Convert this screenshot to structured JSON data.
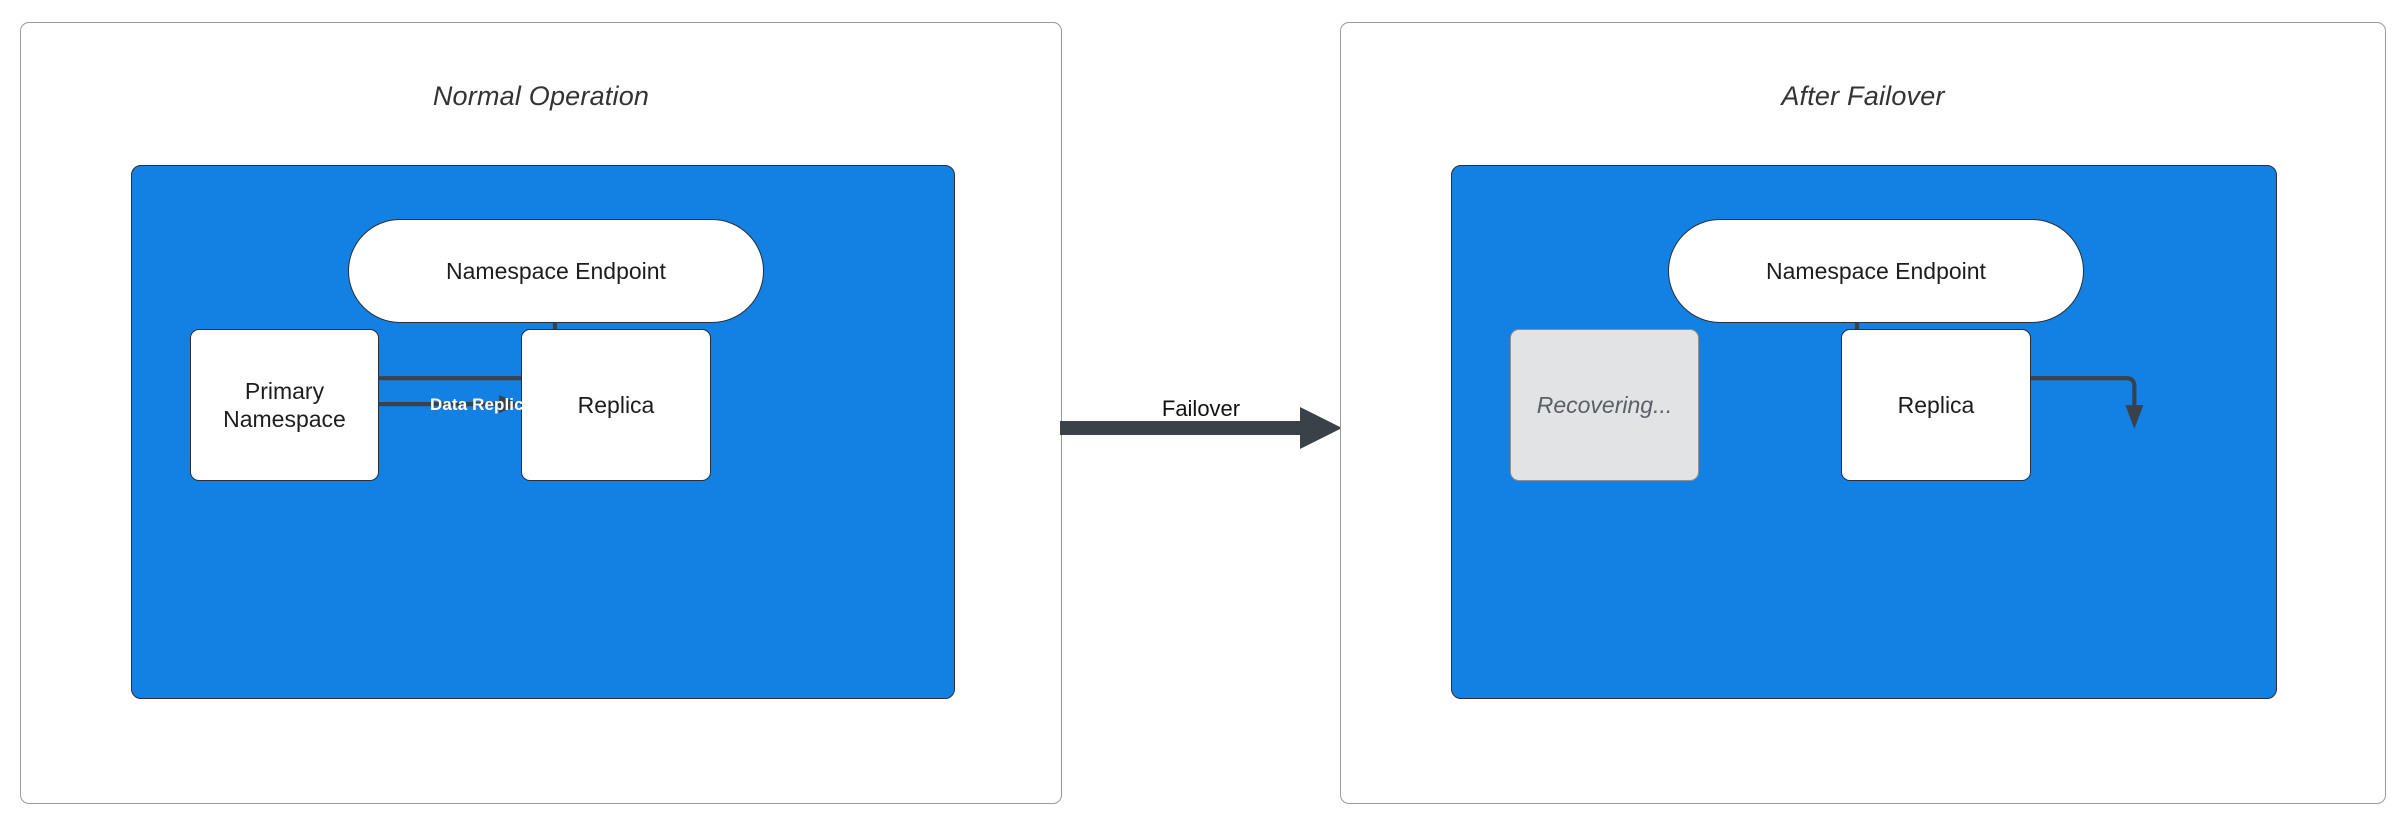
{
  "diagram": {
    "type": "failover-architecture-diagram",
    "background": "#ffffff",
    "accent_blue": "#1380e3",
    "line_color": "#3b4149",
    "ghost_fill": "#e1e3e5"
  },
  "panels": [
    {
      "id": "normal-operation",
      "title": "Normal Operation",
      "nodes": [
        {
          "id": "namespace-endpoint",
          "label": "Namespace Endpoint",
          "shape": "pill",
          "state": "active"
        },
        {
          "id": "primary-namespace",
          "label": "Primary\nNamespace",
          "shape": "rectangle",
          "state": "active"
        },
        {
          "id": "replica",
          "label": "Replica",
          "shape": "rectangle",
          "state": "active"
        }
      ],
      "edges": [
        {
          "from": "namespace-endpoint",
          "to": "primary-namespace",
          "label": ""
        },
        {
          "from": "primary-namespace",
          "to": "replica",
          "label": "Data Replication"
        }
      ]
    },
    {
      "id": "after-failover",
      "title": "After Failover",
      "nodes": [
        {
          "id": "namespace-endpoint",
          "label": "Namespace Endpoint",
          "shape": "pill",
          "state": "active"
        },
        {
          "id": "recovering",
          "label": "Recovering...",
          "shape": "rectangle",
          "state": "recovering"
        },
        {
          "id": "replica",
          "label": "Replica",
          "shape": "rectangle",
          "state": "active"
        }
      ],
      "edges": [
        {
          "from": "namespace-endpoint",
          "to": "replica",
          "label": ""
        }
      ]
    }
  ],
  "transition": {
    "label": "Failover",
    "direction": "left-to-right"
  }
}
